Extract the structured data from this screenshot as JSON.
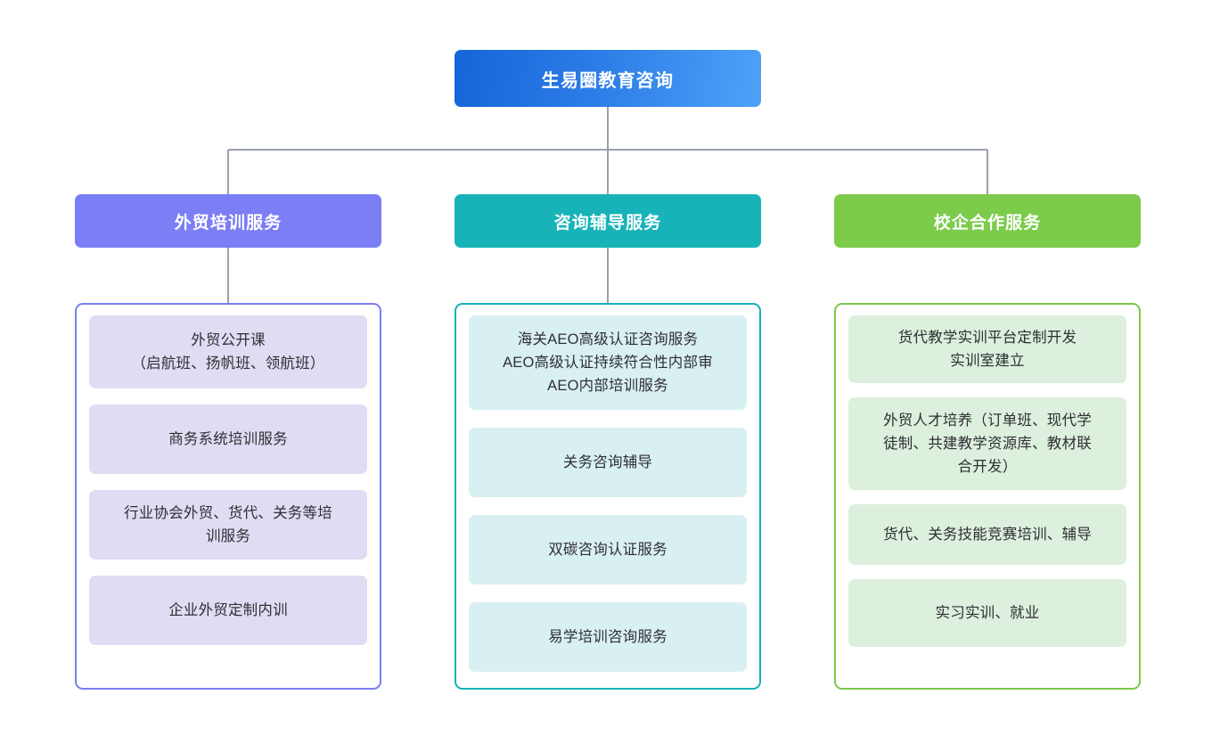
{
  "diagram": {
    "type": "org-chart",
    "orientation": "top-down",
    "levels": 3,
    "connector_color": "#98a2ad",
    "background": "#ffffff"
  },
  "root": {
    "label": "生易圈教育咨询",
    "color_start": "#1565d8",
    "color_end": "#4ea2f7"
  },
  "branches": [
    {
      "key": "training",
      "header": "外贸培训服务",
      "header_color": "#7b7ef5",
      "border_color": "#7b7ef0",
      "item_color": "#e0dcf4",
      "has_stem": true,
      "items": [
        {
          "lines": [
            "外贸公开课",
            "（启航班、扬帆班、领航班）"
          ]
        },
        {
          "lines": [
            "商务系统培训服务"
          ]
        },
        {
          "lines": [
            "行业协会外贸、货代、关务等培",
            "训服务"
          ]
        },
        {
          "lines": [
            "企业外贸定制内训"
          ]
        }
      ]
    },
    {
      "key": "consulting",
      "header": "咨询辅导服务",
      "header_color": "#18b3b8",
      "border_color": "#15b2b7",
      "item_color": "#d9f0f2",
      "has_stem": true,
      "items": [
        {
          "lines": [
            "海关AEO高级认证咨询服务",
            "AEO高级认证持续符合性内部审",
            "AEO内部培训服务"
          ]
        },
        {
          "lines": [
            "关务咨询辅导"
          ]
        },
        {
          "lines": [
            "双碳咨询认证服务"
          ]
        },
        {
          "lines": [
            "易学培训咨询服务"
          ]
        }
      ]
    },
    {
      "key": "school-enterprise",
      "header": "校企合作服务",
      "header_color": "#7ccb4b",
      "border_color": "#7cc84a",
      "item_color": "#dcf0dd",
      "has_stem": false,
      "items": [
        {
          "lines": [
            "货代教学实训平台定制开发",
            "实训室建立"
          ]
        },
        {
          "lines": [
            "外贸人才培养（订单班、现代学",
            "徒制、共建教学资源库、教材联",
            "合开发）"
          ]
        },
        {
          "lines": [
            "货代、关务技能竞赛培训、辅导"
          ]
        },
        {
          "lines": [
            "实习实训、就业"
          ]
        }
      ]
    }
  ]
}
